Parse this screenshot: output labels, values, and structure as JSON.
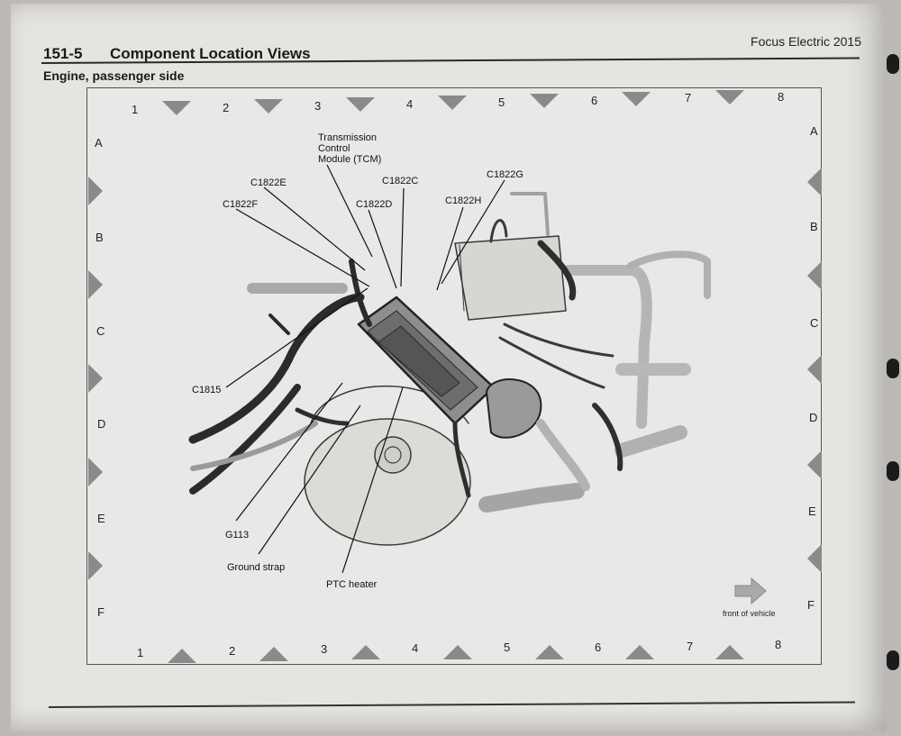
{
  "header": {
    "section_number": "151-5",
    "section_title": "Component Location Views",
    "book_title": "Focus Electric 2015",
    "subtitle": "Engine, passenger side"
  },
  "grid": {
    "columns": [
      "1",
      "2",
      "3",
      "4",
      "5",
      "6",
      "7",
      "8"
    ],
    "rows": [
      "A",
      "B",
      "C",
      "D",
      "E",
      "F"
    ]
  },
  "callouts": {
    "tcm_line1": "Transmission",
    "tcm_line2": "Control",
    "tcm_line3": "Module (TCM)",
    "c1822e": "C1822E",
    "c1822f": "C1822F",
    "c1822c": "C1822C",
    "c1822d": "C1822D",
    "c1822h": "C1822H",
    "c1822g": "C1822G",
    "c1815": "C1815",
    "g113": "G113",
    "ground_strap": "Ground strap",
    "ptc_heater": "PTC heater"
  },
  "orientation": {
    "label": "front of vehicle"
  }
}
